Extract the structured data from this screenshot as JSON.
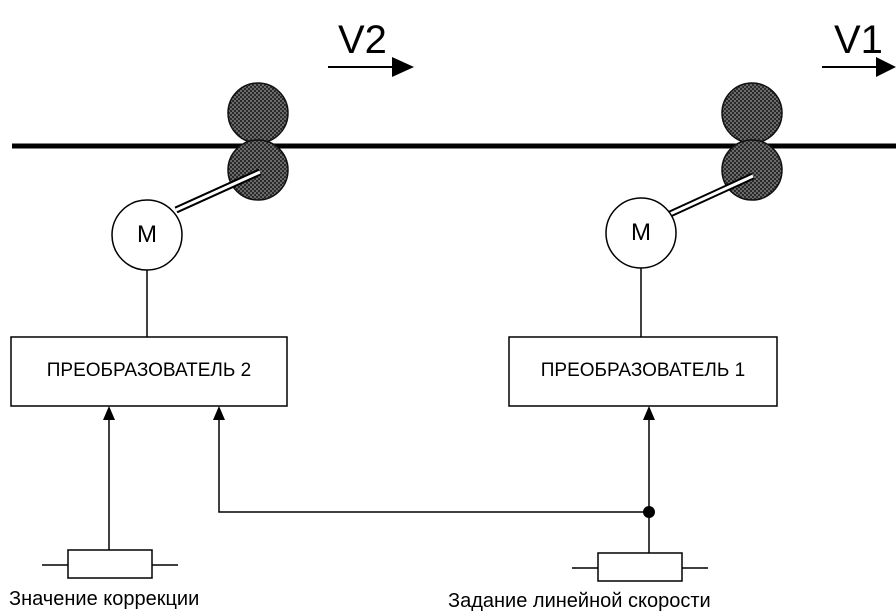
{
  "speeds": {
    "v2": "V2",
    "v1": "V1"
  },
  "motors": {
    "m2_label": "M",
    "m1_label": "M"
  },
  "converters": {
    "c2_label": "ПРЕОБРАЗОВАТЕЛЬ 2",
    "c1_label": "ПРЕОБРАЗОВАТЕЛЬ 1"
  },
  "captions": {
    "correction": "Значение коррекции",
    "line_speed": "Задание линейной скорости"
  }
}
